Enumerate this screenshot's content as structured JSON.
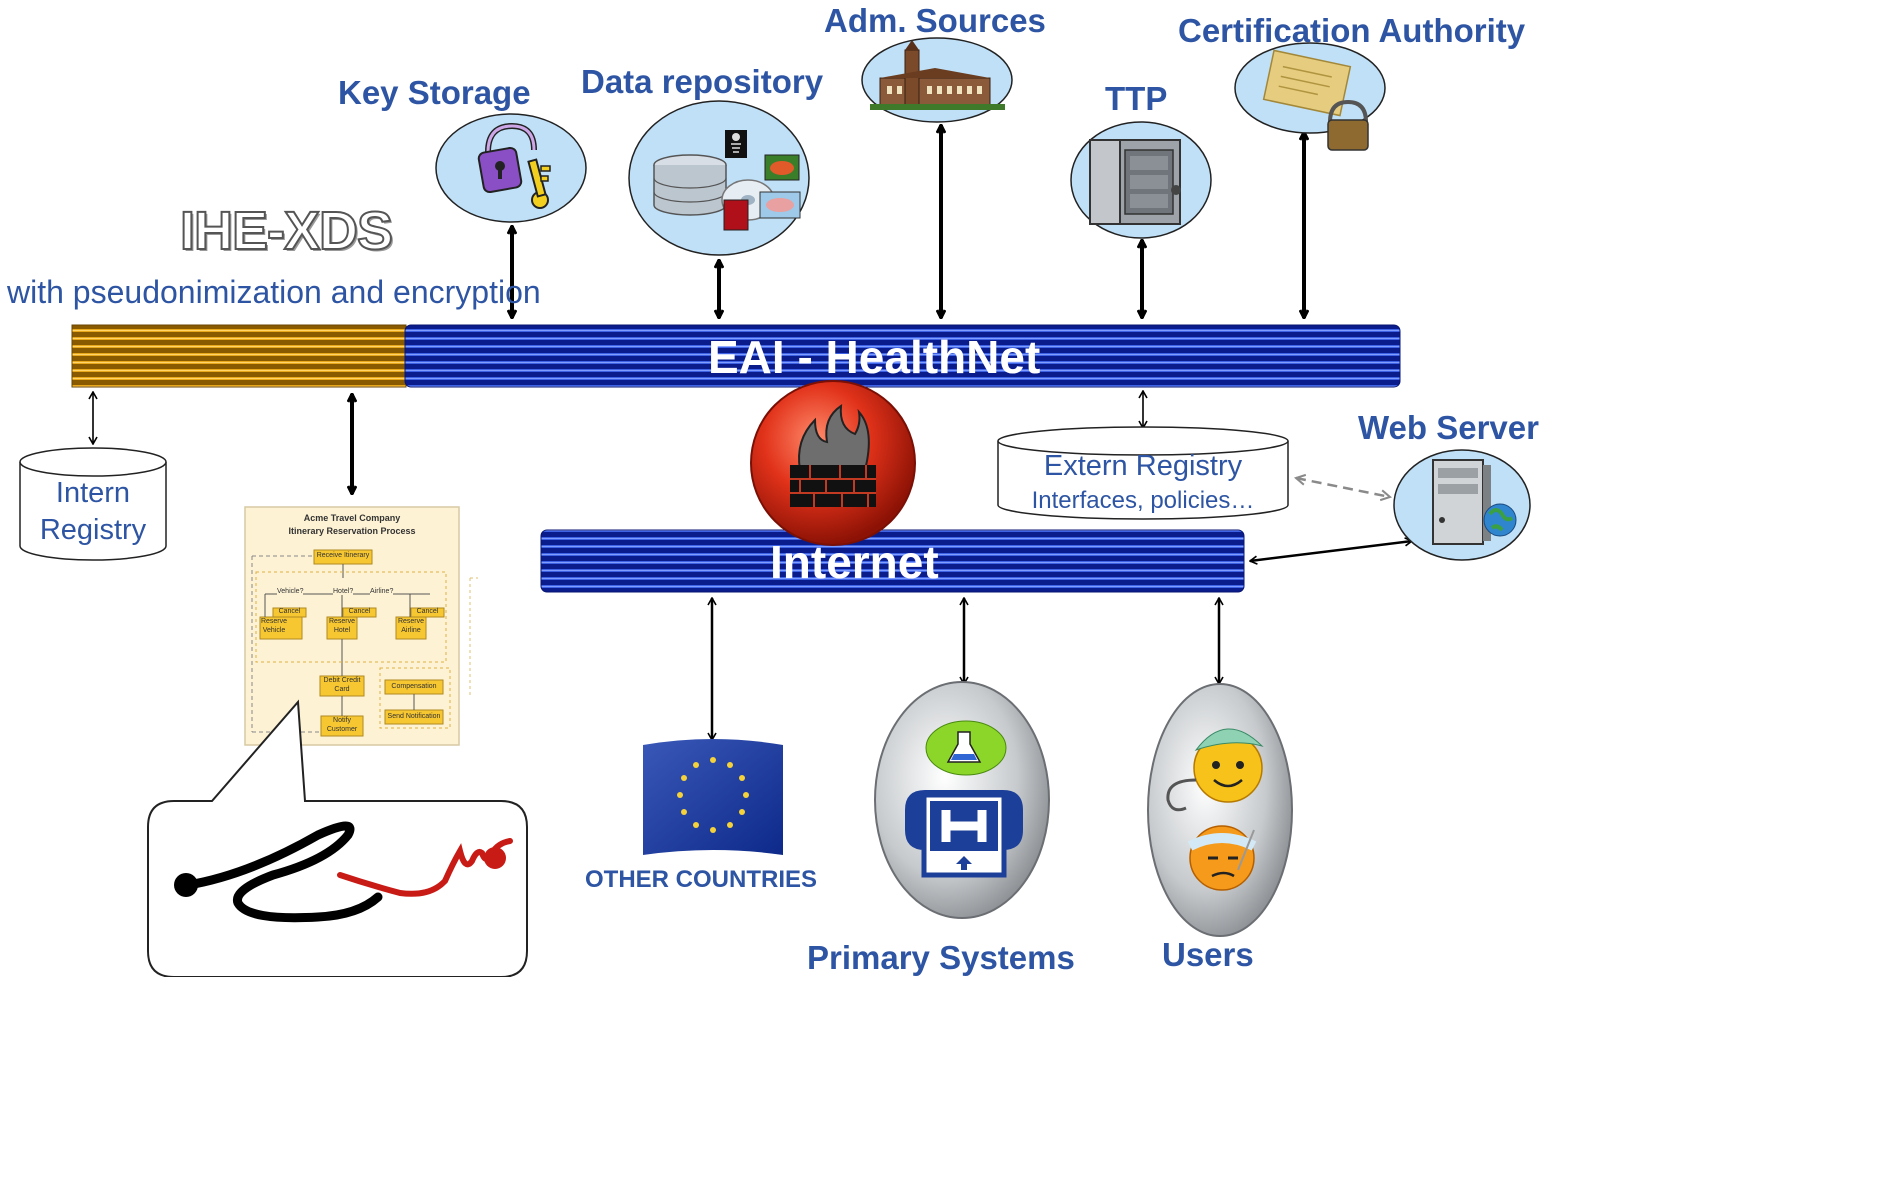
{
  "title": "IHE-XDS",
  "subtitle": "with pseudonimization and encryption",
  "nodes": {
    "key_storage": "Key Storage",
    "data_repository": "Data repository",
    "adm_sources": "Adm. Sources",
    "ttp": "TTP",
    "certification_authority": "Certification Authority",
    "web_server": "Web Server",
    "intern_registry": [
      "Intern",
      "Registry"
    ],
    "extern_registry": [
      "Extern Registry",
      "Interfaces, policies…"
    ],
    "other_countries": "OTHER COUNTRIES",
    "primary_systems": "Primary Systems",
    "users": "Users"
  },
  "buses": {
    "healthnet": "EAI - HealthNet",
    "internet": "Internet"
  },
  "process_doc": {
    "title_line1": "Acme Travel Company",
    "title_line2": "Itinerary Reservation Process",
    "steps": {
      "receive": "Receive Itinerary",
      "vehicle_q": "Vehicle?",
      "hotel_q": "Hotel?",
      "airline_q": "Airline?",
      "cancel": "Cancel",
      "reserve_vehicle": [
        "Reserve",
        "Vehicle"
      ],
      "reserve_hotel": [
        "Reserve",
        "Hotel"
      ],
      "reserve_airline": [
        "Reserve",
        "Airline"
      ],
      "debit": [
        "Debit Credit",
        "Card"
      ],
      "compensation": "Compensation",
      "notify": [
        "Notify",
        "Customer"
      ],
      "send_notification": "Send Notification"
    }
  },
  "colors": {
    "label_blue": "#2e55a3",
    "bus_blue": "#1a2fb0",
    "bus_orange": "#d4920a",
    "node_fill": "#bfe0f7",
    "firewall_red": "#d9351f"
  }
}
